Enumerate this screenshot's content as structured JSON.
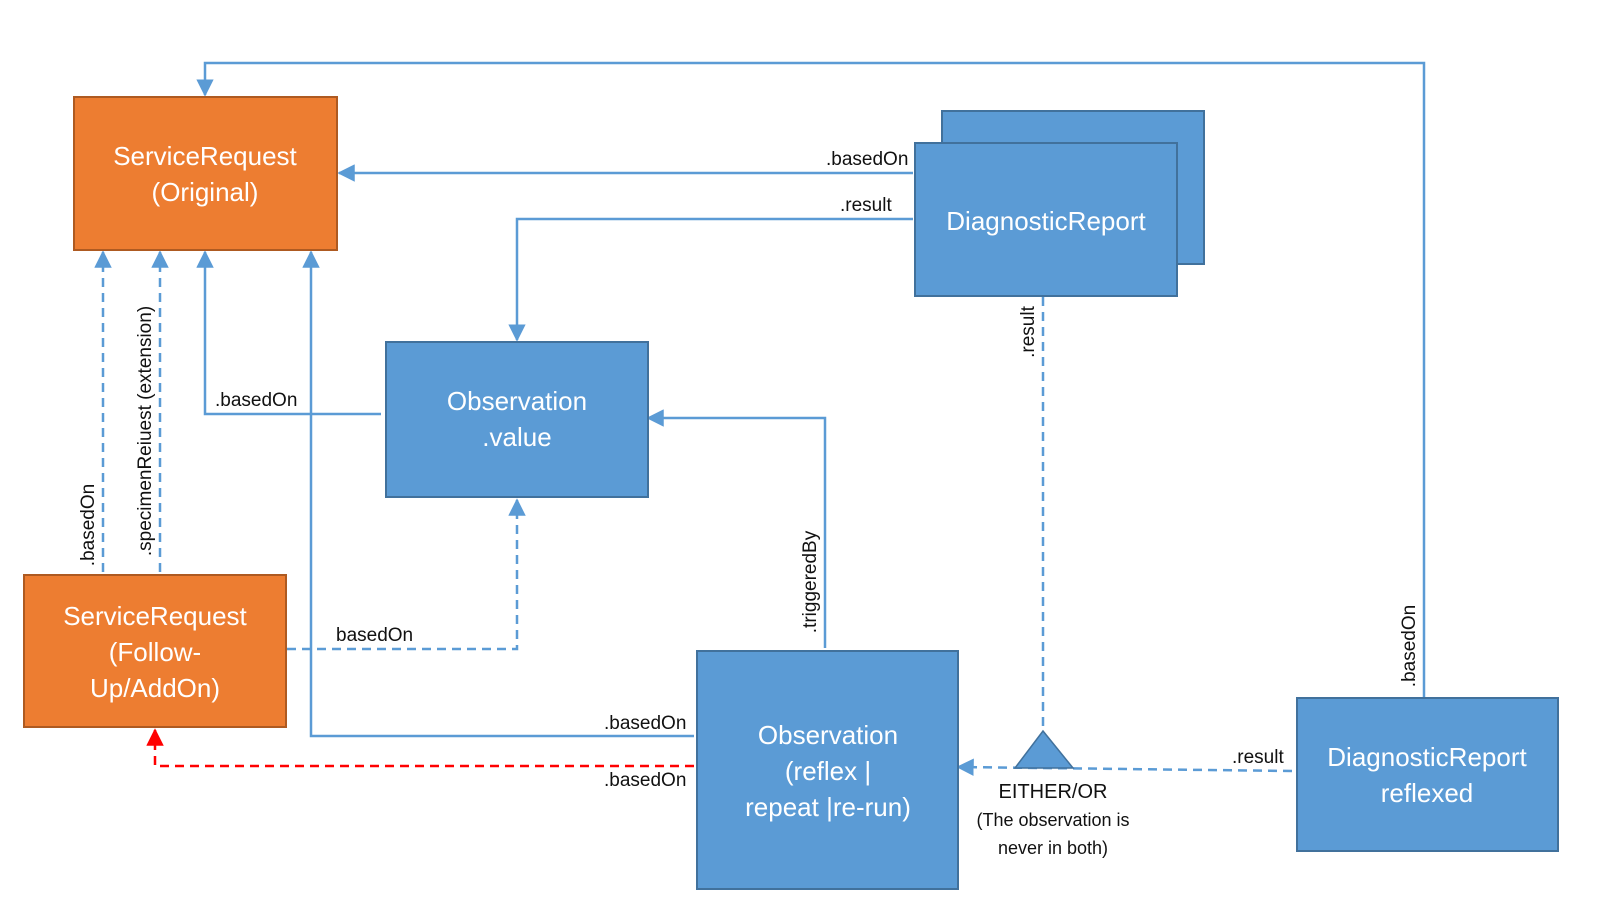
{
  "colors": {
    "blue_fill": "#5b9bd5",
    "blue_border": "#41719c",
    "orange_fill": "#ed7d31",
    "orange_border": "#ae5a21",
    "line_blue": "#5b9bd5",
    "line_red": "#ff0000"
  },
  "nodes": {
    "sr_original": {
      "line1": "ServiceRequest",
      "line2": "(Original)"
    },
    "diagnostic_report": {
      "line1": "DiagnosticReport"
    },
    "observation_value": {
      "line1": "Observation",
      "line2": ".value"
    },
    "sr_followup": {
      "line1": "ServiceRequest",
      "line2": "(Follow-",
      "line3": "Up/AddOn)"
    },
    "observation_reflex": {
      "line1": "Observation",
      "line2": "(reflex |",
      "line3": "repeat |re-run)"
    },
    "dr_reflexed": {
      "line1": "DiagnosticReport",
      "line2": "reflexed"
    }
  },
  "edges": {
    "dr_basedon": ".basedOn",
    "dr_result": ".result",
    "dr_result_vertical": ".result",
    "obsvalue_basedon": ".basedOn",
    "followup_basedon": ".basedOn",
    "followup_specimen": ".specimenReiuest (extension)",
    "followup_to_obsvalue": "basedOn",
    "triggeredby": ".triggeredBy",
    "reflex_basedon_top": ".basedOn",
    "reflex_basedon_bottom": ".basedOn",
    "reflexed_result": ".result",
    "reflexed_basedon": ".basedOn"
  },
  "either_or": {
    "title": "EITHER/OR",
    "note_line1": "(The observation is",
    "note_line2": "never in both)"
  }
}
